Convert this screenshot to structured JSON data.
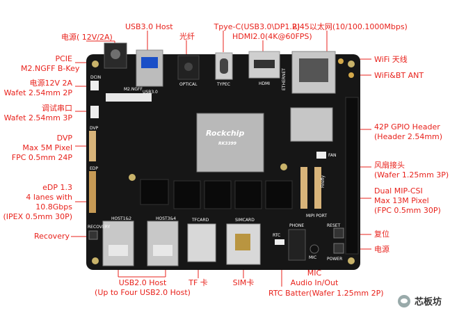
{
  "labels": {
    "power": "电源( 12V/2A)",
    "usb3": "USB3.0 Host",
    "optical": "光纤",
    "typec": [
      "Tpye-C(USB3.0\\DP1.2)",
      "HDMI2.0(4K@60FPS)"
    ],
    "rj45": "RJ45以太网(10/100.1000Mbps)",
    "wifi": "WiFi 天线",
    "wifibt": "WiFi&BT ANT",
    "pcie": [
      "PCIE",
      "M2.NGFF B-Key"
    ],
    "power12v": [
      "电源12V 2A",
      "Wafet 2.54mm 2P"
    ],
    "serial": [
      "调试串口",
      "Wafet 2.54mm 3P"
    ],
    "gpio": [
      "42P GPIO Header",
      "(Header 2.54mm)"
    ],
    "dvp": [
      "DVP",
      "Max 5M Pixel",
      "FPC 0.5mm 24P"
    ],
    "fan": [
      "风扇接头",
      "(Wafer 1.25mm 3P)"
    ],
    "edp": [
      "eDP 1.3",
      "4 lanes with",
      "10.8Gbps",
      "(IPEX 0.5mm 30P)"
    ],
    "mipi": [
      "Dual MIP-CSI",
      "Max 13M Pixel",
      "(FPC 0.5mm 30P)"
    ],
    "recovery": "Recovery",
    "reset": "复位",
    "powerbtn": "电源",
    "usb2": [
      "USB2.0 Host",
      "(Up to Four USB2.0 Host)"
    ],
    "tf": "TF 卡",
    "sim": "SIM卡",
    "mic": [
      "MIC",
      "Audio In/Out"
    ],
    "rtc": "RTC Batter(Wafer 1.25mm 2P)"
  },
  "silkscreen": {
    "usb3": "USB3.0",
    "optical": "OPTICAL",
    "typec": "TYPEC",
    "hdmi": "HDMI",
    "ethernet": "ETHERNET",
    "ngff": "M2.NGFF",
    "dcin": "DCIN",
    "dvp": "DVP",
    "edp": "EDP",
    "host1": "HOST1&2",
    "host3": "HOST3&4",
    "tfcard": "TFCARD",
    "simcard": "SIMCARD",
    "phone": "PHONE",
    "mipi": "MIPI PORT",
    "firefly": "Firefly",
    "chip_brand": "Rockchip",
    "chip_model": "RK3399",
    "fan": "FAN",
    "rtc": "RTC",
    "mic": "MIC",
    "reset": "RESET",
    "power": "POWER",
    "recovery": "RECOVERY"
  },
  "watermark": "芯板坊",
  "colors": {
    "label": "#e8211b",
    "board": "#141414",
    "watermark_icon": "#99aaaa"
  }
}
